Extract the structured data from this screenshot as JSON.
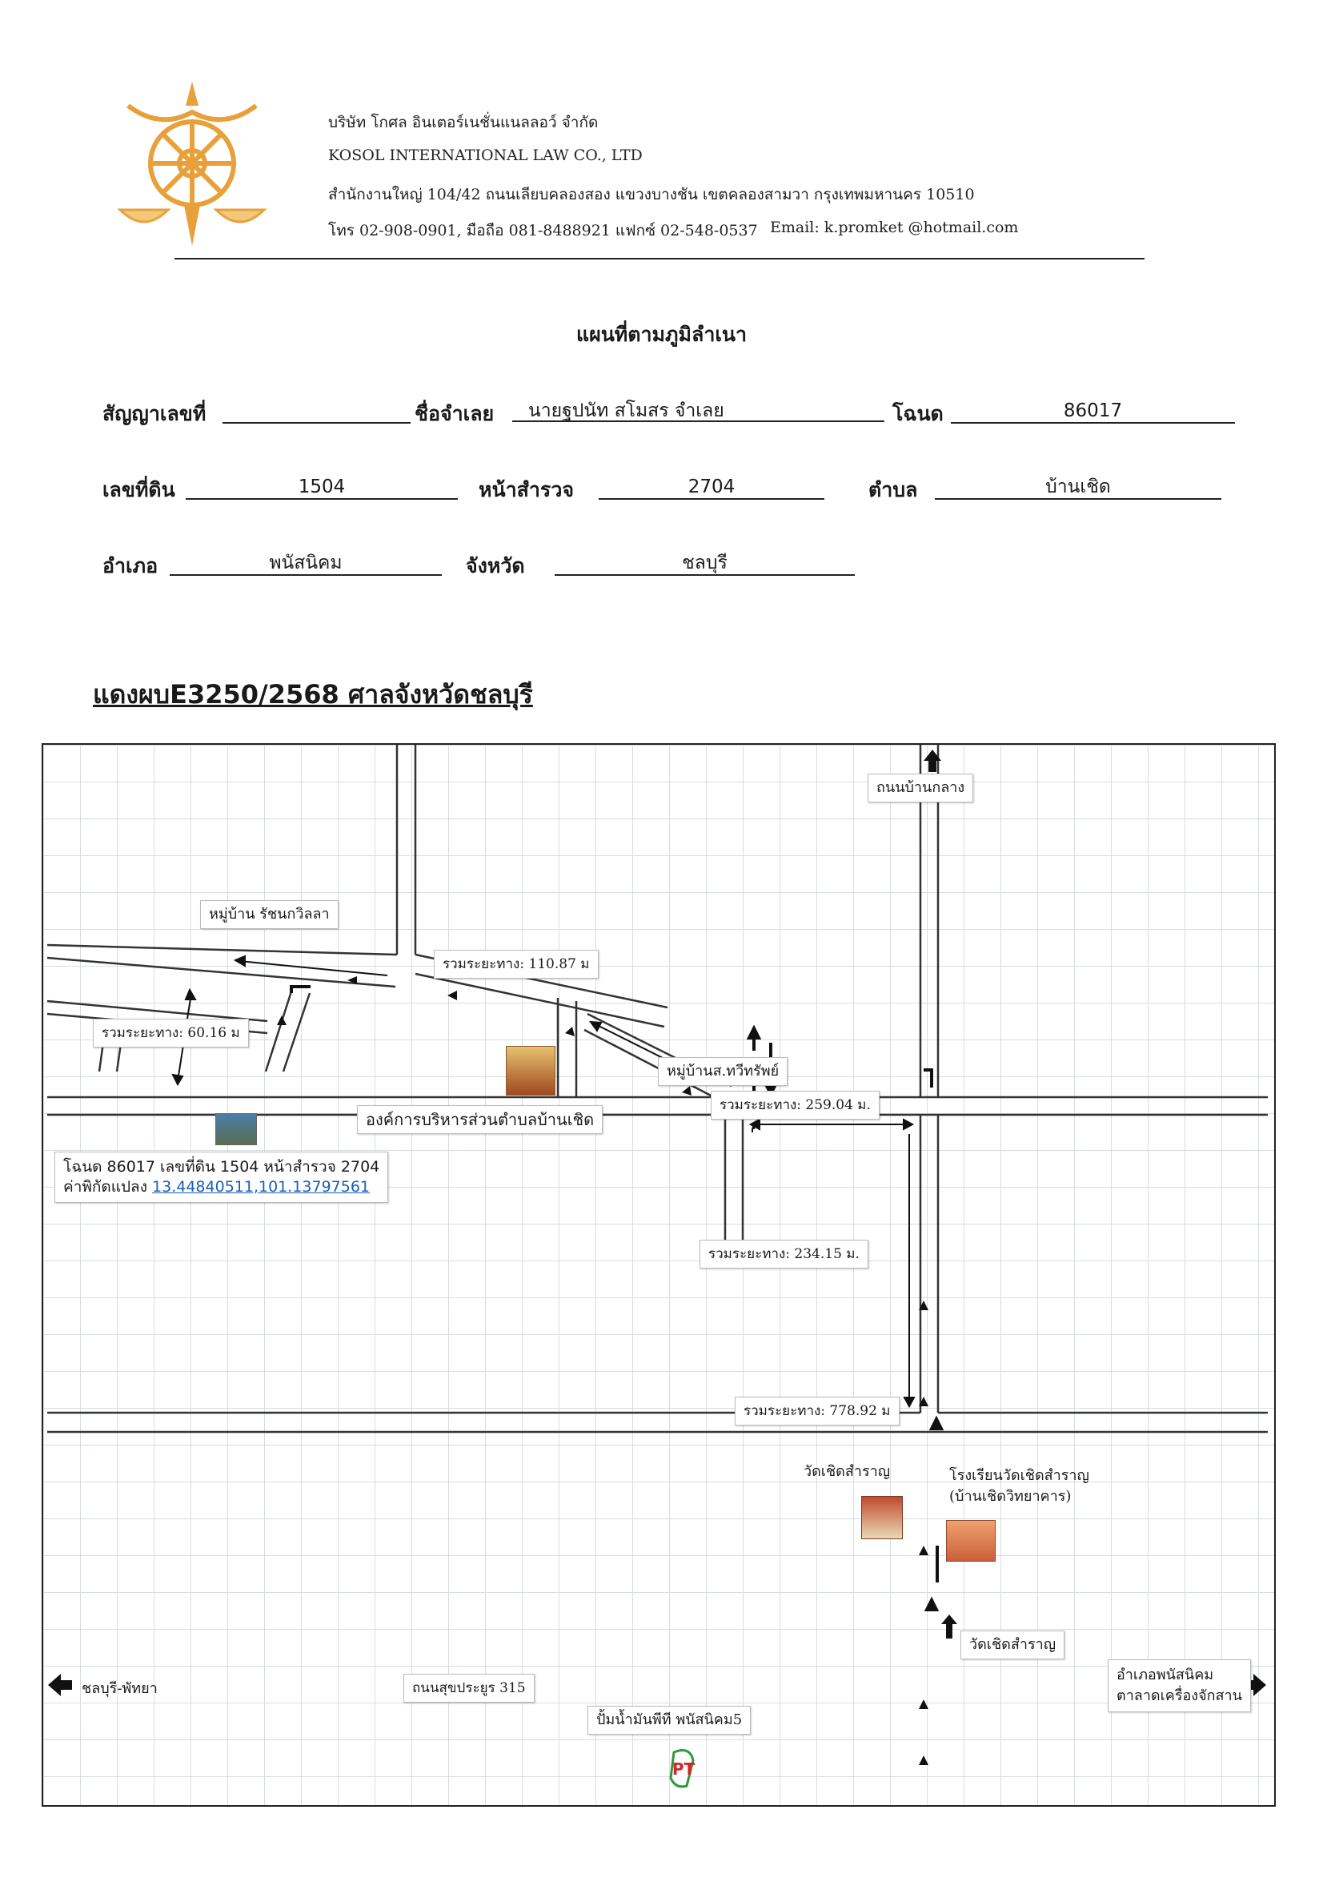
{
  "header": {
    "company_th": "บริษัท โกศล อินเตอร์เนชั่นแนลลอว์ จำกัด",
    "company_en": "KOSOL INTERNATIONAL LAW CO., LTD",
    "address": "สำนักงานใหญ่ 104/42 ถนนเลียบคลองสอง แขวงบางชัน เขตคลองสามวา กรุงเทพมหานคร 10510",
    "phone": "โทร 02-908-0901, มือถือ 081-8488921 แฟกซ์ 02-548-0537",
    "email": "Email: k.promket @hotmail.com",
    "logo_icon": "dharma-wheel-scales-logo",
    "accent_color": "#e8a13a"
  },
  "title": "แผนที่ตามภูมิลำเนา",
  "form": {
    "contract_label": "สัญญาเลขที่",
    "contract_value": "",
    "defendant_label": "ชื่อจำเลย",
    "defendant_value": "นายฐปนัท สโมสร จำเลย",
    "deed_label": "โฉนด",
    "deed_value": "86017",
    "land_no_label": "เลขที่ดิน",
    "land_no_value": "1504",
    "survey_label": "หน้าสำรวจ",
    "survey_value": "2704",
    "subdistrict_label": "ตำบล",
    "subdistrict_value": "บ้านเชิด",
    "district_label": "อำเภอ",
    "district_value": "พนัสนิคม",
    "province_label": "จังหวัด",
    "province_value": "ชลบุรี"
  },
  "case_line": "แดงผบE3250/2568 ศาลจังหวัดชลบุรี",
  "map": {
    "road_north": "ถนนบ้านกลาง",
    "village_ratchana": "หมู่บ้าน รัชนกวิลลา",
    "dist_110": "รวมระยะทาง: 110.87 ม",
    "dist_60": "รวมระยะทาง: 60.16 ม",
    "village_sathawee": "หมู่บ้านส.ทวีทรัพย์",
    "dist_259": "รวมระยะทาง: 259.04 ม.",
    "sao": "องค์การบริหารส่วนตำบลบ้านเชิด",
    "plot_line1": "โฉนด 86017 เลขที่ดิน 1504 หน้าสำรวจ 2704",
    "plot_line2_label": "ค่าพิกัดแปลง",
    "plot_coords": "13.44840511,101.13797561",
    "dist_234": "รวมระยะทาง: 234.15 ม.",
    "dist_778": "รวมระยะทาง: 778.92 ม",
    "temple_label": "วัดเชิดสำราญ",
    "school_line1": "โรงเรียนวัดเชิดสำราญ",
    "school_line2": "(บ้านเชิดวิทยาคาร)",
    "temple_sign": "วัดเชิดสำราญ",
    "west_sign": "ชลบุรี-พัทยา",
    "highway": "ถนนสุขประยูร 315",
    "east_line1": "อำเภอพนัสนิคม",
    "east_line2": "ตาลาดเครื่องจักสาน",
    "gas_station": "ปั้มน้ำมันพีที พนัสนิคม5",
    "gas_logo_text": "PT",
    "gas_logo_colors": [
      "#d4232a",
      "#2e9a3e"
    ]
  }
}
